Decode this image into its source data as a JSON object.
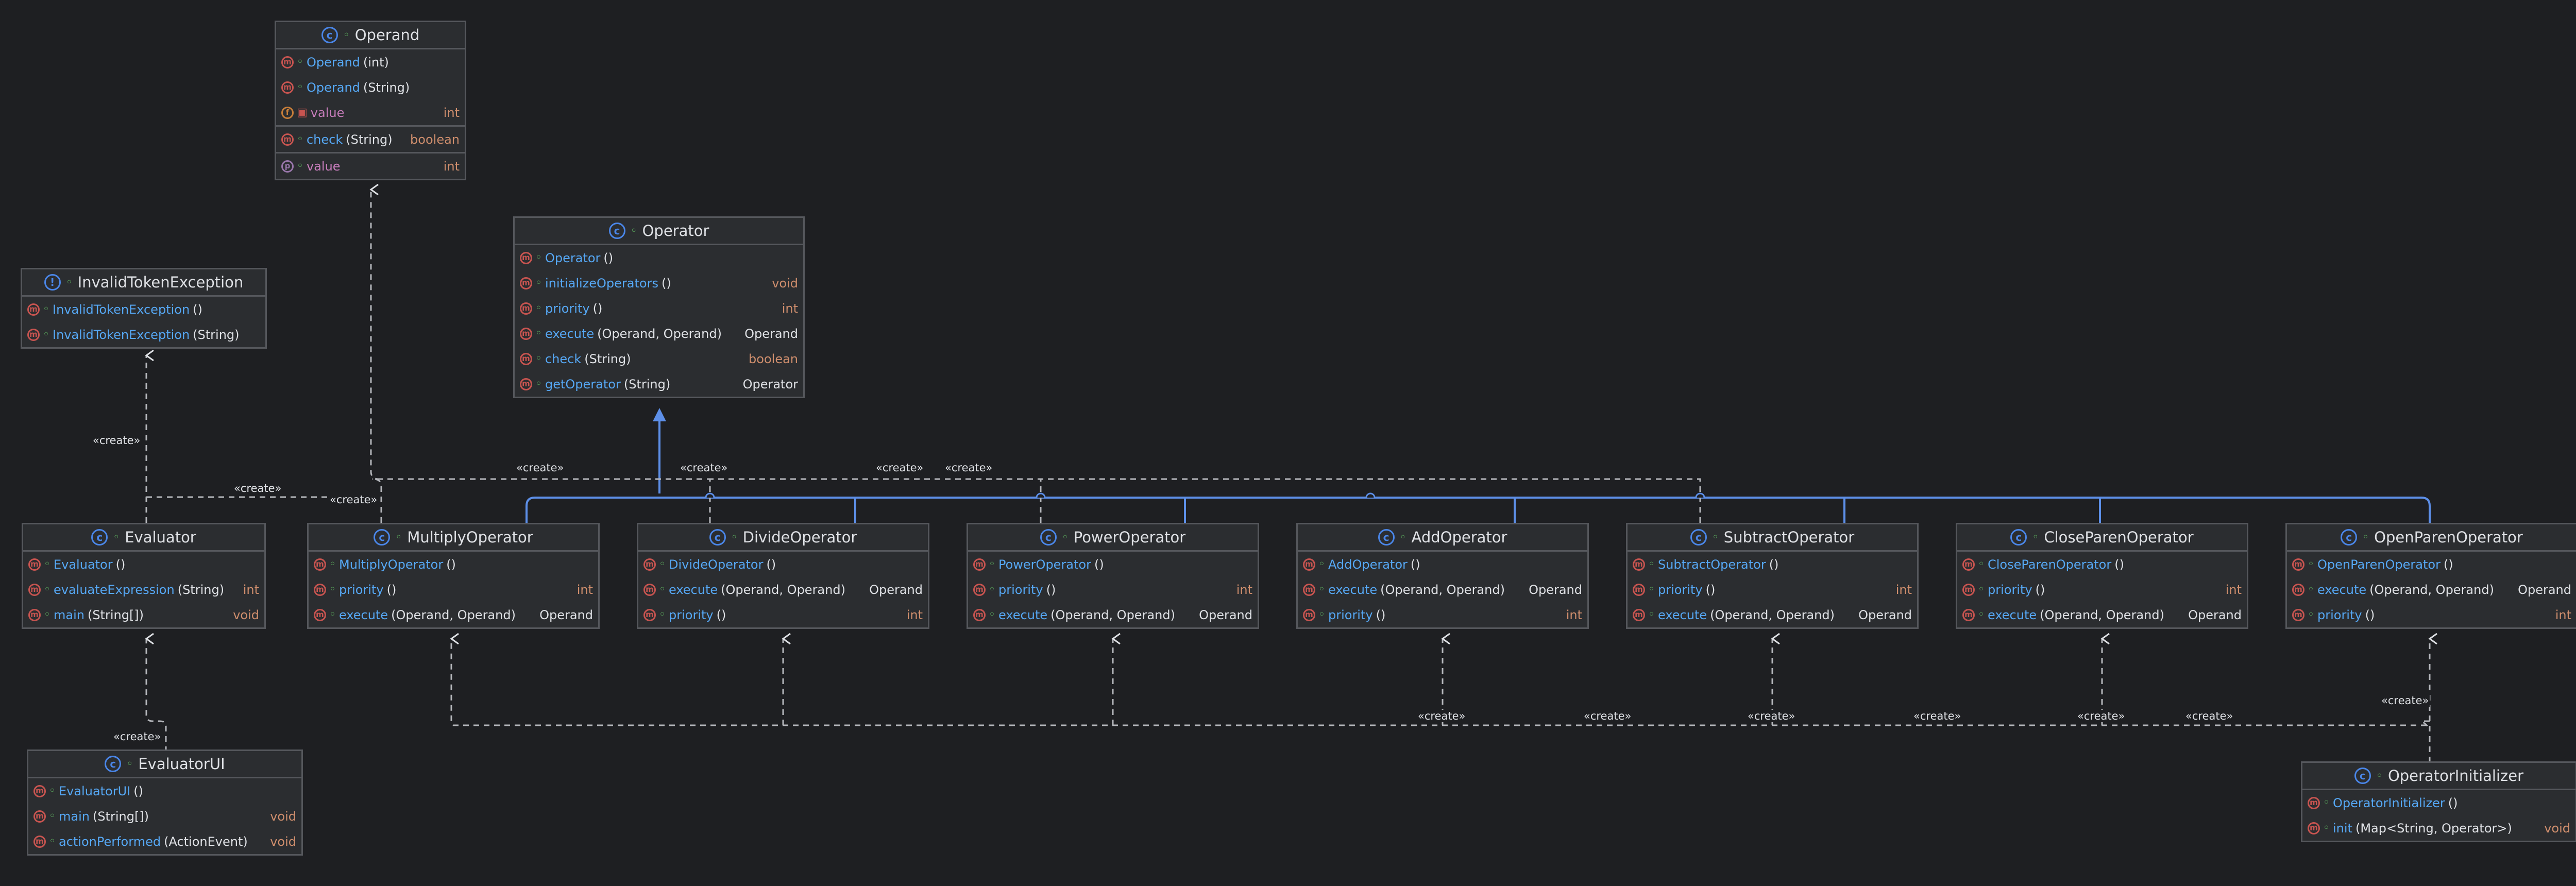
{
  "stereotype": "«create»",
  "classes": {
    "operand": {
      "name": "Operand",
      "members": [
        {
          "kind": "m",
          "vis": "pub",
          "name": "Operand",
          "args": "(int)",
          "ret": ""
        },
        {
          "kind": "m",
          "vis": "pub",
          "name": "Operand",
          "args": "(String)",
          "ret": ""
        },
        {
          "kind": "f",
          "vis": "priv",
          "name": "value",
          "args": "",
          "ret": "int"
        },
        {
          "kind": "m",
          "vis": "pub",
          "name": "check",
          "args": "(String)",
          "ret": "boolean"
        },
        {
          "kind": "p",
          "vis": "pub",
          "name": "value",
          "args": "",
          "ret": "int"
        }
      ]
    },
    "operator": {
      "name": "Operator",
      "members": [
        {
          "kind": "m",
          "vis": "pub",
          "name": "Operator",
          "args": "()",
          "ret": ""
        },
        {
          "kind": "m",
          "vis": "pub",
          "name": "initializeOperators",
          "args": "()",
          "ret": "void"
        },
        {
          "kind": "m",
          "vis": "pub",
          "name": "priority",
          "args": "()",
          "ret": "int"
        },
        {
          "kind": "m",
          "vis": "pub",
          "name": "execute",
          "args": "(Operand, Operand)",
          "ret": "Operand"
        },
        {
          "kind": "m",
          "vis": "pub",
          "name": "check",
          "args": "(String)",
          "ret": "boolean"
        },
        {
          "kind": "m",
          "vis": "pub",
          "name": "getOperator",
          "args": "(String)",
          "ret": "Operator"
        }
      ]
    },
    "invalid": {
      "name": "InvalidTokenException",
      "members": [
        {
          "kind": "m",
          "vis": "pub",
          "name": "InvalidTokenException",
          "args": "()",
          "ret": ""
        },
        {
          "kind": "m",
          "vis": "pub",
          "name": "InvalidTokenException",
          "args": "(String)",
          "ret": ""
        }
      ]
    },
    "evaluator": {
      "name": "Evaluator",
      "members": [
        {
          "kind": "m",
          "vis": "pub",
          "name": "Evaluator",
          "args": "()",
          "ret": ""
        },
        {
          "kind": "m",
          "vis": "pub",
          "name": "evaluateExpression",
          "args": "(String)",
          "ret": "int"
        },
        {
          "kind": "m",
          "vis": "pub",
          "name": "main",
          "args": "(String[])",
          "ret": "void"
        }
      ]
    },
    "multiply": {
      "name": "MultiplyOperator",
      "members": [
        {
          "kind": "m",
          "vis": "pub",
          "name": "MultiplyOperator",
          "args": "()",
          "ret": ""
        },
        {
          "kind": "m",
          "vis": "pub",
          "name": "priority",
          "args": "()",
          "ret": "int"
        },
        {
          "kind": "m",
          "vis": "pub",
          "name": "execute",
          "args": "(Operand, Operand)",
          "ret": "Operand"
        }
      ]
    },
    "divide": {
      "name": "DivideOperator",
      "members": [
        {
          "kind": "m",
          "vis": "pub",
          "name": "DivideOperator",
          "args": "()",
          "ret": ""
        },
        {
          "kind": "m",
          "vis": "pub",
          "name": "execute",
          "args": "(Operand, Operand)",
          "ret": "Operand"
        },
        {
          "kind": "m",
          "vis": "pub",
          "name": "priority",
          "args": "()",
          "ret": "int"
        }
      ]
    },
    "power": {
      "name": "PowerOperator",
      "members": [
        {
          "kind": "m",
          "vis": "pub",
          "name": "PowerOperator",
          "args": "()",
          "ret": ""
        },
        {
          "kind": "m",
          "vis": "pub",
          "name": "priority",
          "args": "()",
          "ret": "int"
        },
        {
          "kind": "m",
          "vis": "pub",
          "name": "execute",
          "args": "(Operand, Operand)",
          "ret": "Operand"
        }
      ]
    },
    "add": {
      "name": "AddOperator",
      "members": [
        {
          "kind": "m",
          "vis": "pub",
          "name": "AddOperator",
          "args": "()",
          "ret": ""
        },
        {
          "kind": "m",
          "vis": "pub",
          "name": "execute",
          "args": "(Operand, Operand)",
          "ret": "Operand"
        },
        {
          "kind": "m",
          "vis": "pub",
          "name": "priority",
          "args": "()",
          "ret": "int"
        }
      ]
    },
    "subtract": {
      "name": "SubtractOperator",
      "members": [
        {
          "kind": "m",
          "vis": "pub",
          "name": "SubtractOperator",
          "args": "()",
          "ret": ""
        },
        {
          "kind": "m",
          "vis": "pub",
          "name": "priority",
          "args": "()",
          "ret": "int"
        },
        {
          "kind": "m",
          "vis": "pub",
          "name": "execute",
          "args": "(Operand, Operand)",
          "ret": "Operand"
        }
      ]
    },
    "close": {
      "name": "CloseParenOperator",
      "members": [
        {
          "kind": "m",
          "vis": "pub",
          "name": "CloseParenOperator",
          "args": "()",
          "ret": ""
        },
        {
          "kind": "m",
          "vis": "pub",
          "name": "priority",
          "args": "()",
          "ret": "int"
        },
        {
          "kind": "m",
          "vis": "pub",
          "name": "execute",
          "args": "(Operand, Operand)",
          "ret": "Operand"
        }
      ]
    },
    "open": {
      "name": "OpenParenOperator",
      "members": [
        {
          "kind": "m",
          "vis": "pub",
          "name": "OpenParenOperator",
          "args": "()",
          "ret": ""
        },
        {
          "kind": "m",
          "vis": "pub",
          "name": "execute",
          "args": "(Operand, Operand)",
          "ret": "Operand"
        },
        {
          "kind": "m",
          "vis": "pub",
          "name": "priority",
          "args": "()",
          "ret": "int"
        }
      ]
    },
    "evalui": {
      "name": "EvaluatorUI",
      "members": [
        {
          "kind": "m",
          "vis": "pub",
          "name": "EvaluatorUI",
          "args": "()",
          "ret": ""
        },
        {
          "kind": "m",
          "vis": "pub",
          "name": "main",
          "args": "(String[])",
          "ret": "void"
        },
        {
          "kind": "m",
          "vis": "pub",
          "name": "actionPerformed",
          "args": "(ActionEvent)",
          "ret": "void"
        }
      ]
    },
    "init": {
      "name": "OperatorInitializer",
      "members": [
        {
          "kind": "m",
          "vis": "pub",
          "name": "OperatorInitializer",
          "args": "()",
          "ret": ""
        },
        {
          "kind": "m",
          "vis": "pub",
          "name": "init",
          "args": "(Map<String, Operator>)",
          "ret": "void"
        }
      ]
    }
  }
}
